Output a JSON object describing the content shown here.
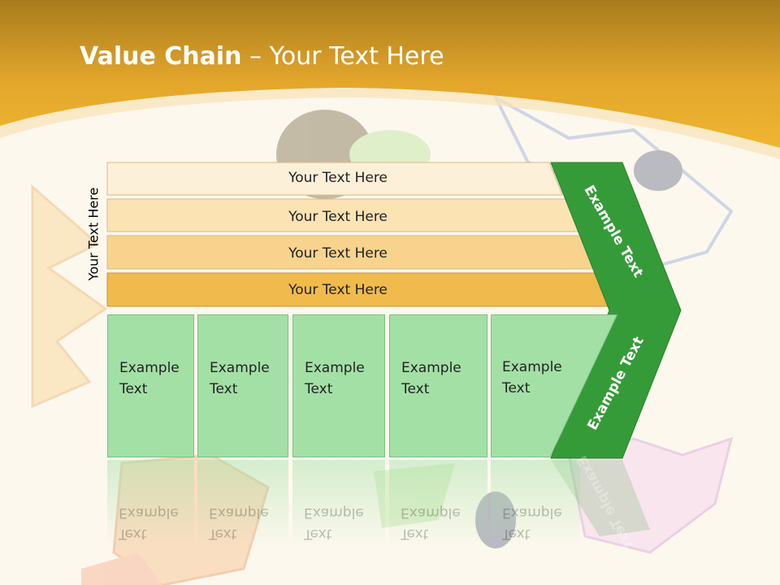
{
  "title": {
    "bold": "Value Chain",
    "rest": " – Your Text Here"
  },
  "side_label": "Your Text Here",
  "bars": [
    {
      "label": "Your Text Here"
    },
    {
      "label": "Your Text Here"
    },
    {
      "label": "Your Text Here"
    },
    {
      "label": "Your Text Here"
    }
  ],
  "boxes": [
    {
      "line1": "Example",
      "line2": "Text"
    },
    {
      "line1": "Example",
      "line2": "Text"
    },
    {
      "line1": "Example",
      "line2": "Text"
    },
    {
      "line1": "Example",
      "line2": "Text"
    },
    {
      "line1": "Example",
      "line2": "Text"
    }
  ],
  "chevron": {
    "upper": "Example Text",
    "lower": "Example Text"
  },
  "colors": {
    "header": "#e8a62a",
    "bar1": "#fdf0d8",
    "bar2": "#fbe3b4",
    "bar3": "#f7d38e",
    "bar4": "#f0ba4c",
    "box": "#a3e0a6",
    "chevron": "#359b38"
  }
}
